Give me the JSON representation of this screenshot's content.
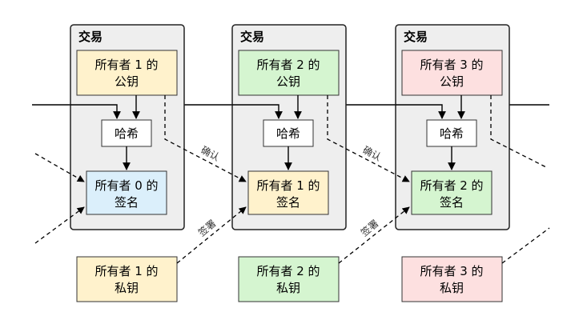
{
  "transactions": [
    {
      "title": "交易",
      "public_key": [
        "所有者 1 的",
        "公钥"
      ],
      "hash": "哈希",
      "signature": [
        "所有者 0 的",
        "签名"
      ],
      "colors": {
        "key": "#fff2cc",
        "signature": "#dbeffb"
      }
    },
    {
      "title": "交易",
      "public_key": [
        "所有者 2 的",
        "公钥"
      ],
      "hash": "哈希",
      "signature": [
        "所有者 1 的",
        "签名"
      ],
      "colors": {
        "key": "#d5f5d0",
        "signature": "#fff2cc"
      }
    },
    {
      "title": "交易",
      "public_key": [
        "所有者 3 的",
        "公钥"
      ],
      "hash": "哈希",
      "signature": [
        "所有者 2 的",
        "签名"
      ],
      "colors": {
        "key": "#fde0e0",
        "signature": "#d5f5d0"
      }
    }
  ],
  "private_keys": [
    {
      "lines": [
        "所有者 1 的",
        "私钥"
      ],
      "color": "#fff2cc"
    },
    {
      "lines": [
        "所有者 2 的",
        "私钥"
      ],
      "color": "#d5f5d0"
    },
    {
      "lines": [
        "所有者 3 的",
        "私钥"
      ],
      "color": "#fde0e0"
    }
  ],
  "edge_labels": {
    "verify": "确认",
    "sign": "签署"
  },
  "colors": {
    "transaction_bg": "#eeeeee",
    "hash_bg": "#ffffff",
    "line": "#000000"
  }
}
